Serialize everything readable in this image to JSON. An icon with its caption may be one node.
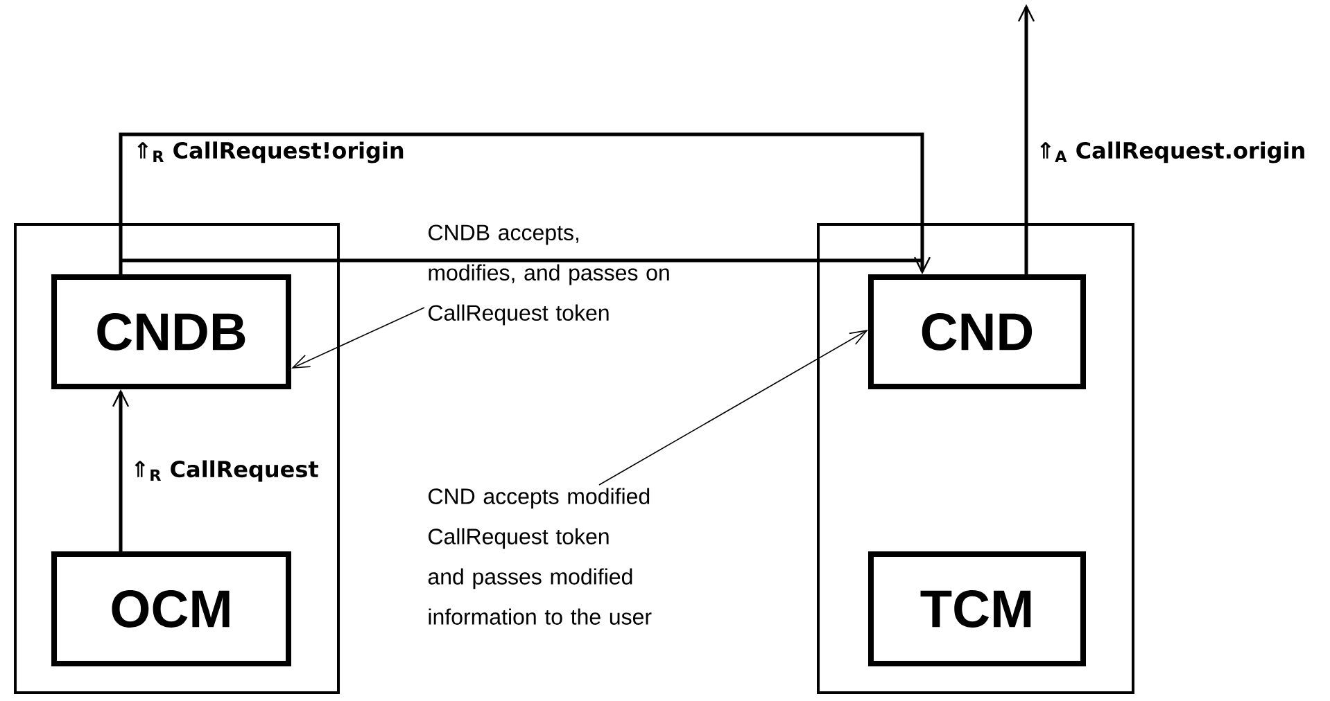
{
  "diagram": {
    "nodes": [
      {
        "text": [],
        "shape": "box"
      },
      {
        "text": [
          "CNDB"
        ],
        "in": 0
      },
      {
        "text": [
          "OCM"
        ],
        "in": 0
      },
      {
        "text": [],
        "shape": "box"
      },
      {
        "text": [
          "CND"
        ],
        "in": 3
      },
      {
        "text": [
          "TCM"
        ],
        "in": 3
      },
      {
        "text": [
          "CNDB accepts, modifies, and passes on CallRequest token"
        ]
      },
      {
        "text": [
          "CND accepts modified CallRequest token and passes modified information to the user"
        ]
      }
    ],
    "edges": [
      {
        "from": 2,
        "to": 1,
        "arrow": "to",
        "label": "⇑$_{R}$ CallRequest"
      },
      {
        "from": 1,
        "to": 4,
        "arrow": "to",
        "label": "⇑$_{R}$ CallRequest!origin"
      },
      {
        "from": 4,
        "to": null,
        "arrow": "to",
        "label": "⇑$_{A}$ CallRequest.origin"
      },
      {
        "from": 6,
        "to": 1,
        "arrow": "to"
      },
      {
        "from": 7,
        "to": 4,
        "arrow": "to"
      }
    ]
  }
}
